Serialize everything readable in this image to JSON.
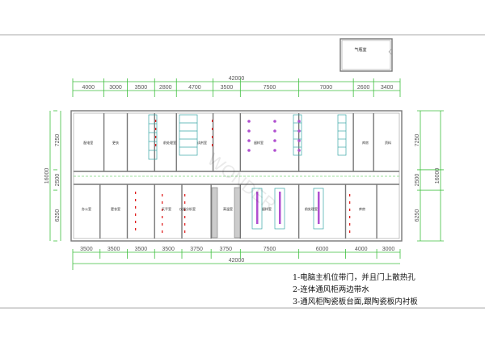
{
  "gas_room": {
    "label": "气瓶室"
  },
  "top_dims": {
    "total": "42000",
    "segments": [
      4000,
      3000,
      3500,
      2800,
      4700,
      3500,
      7500,
      7000,
      2600,
      3400
    ]
  },
  "bottom_dims": {
    "total": "42000",
    "segments": [
      3500,
      3500,
      3500,
      3500,
      3750,
      3750,
      7500,
      6000,
      4000,
      3000
    ]
  },
  "side_dims": {
    "total": "16000",
    "segments": [
      7250,
      2500,
      6250
    ]
  },
  "rooms_top": [
    "配电室",
    "更衣",
    "前处理室",
    "试剂室",
    "留样室",
    "库房",
    "资料"
  ],
  "rooms_bottom": [
    "办公室",
    "更衣室",
    "天平室",
    "仪器分析室",
    "高温室",
    "留样室",
    "前处理室",
    "库房"
  ],
  "notes": [
    "1-电脑主机位带门，并且门上散热孔",
    "2-连体通风柜两边带水",
    "3-通风柜陶瓷板台面,跟陶瓷板内衬板"
  ],
  "colors": {
    "dimension": "#3fbf3f",
    "bench": "#3aa6a6",
    "hood": "#b04fd0",
    "mark": "#e02020"
  }
}
